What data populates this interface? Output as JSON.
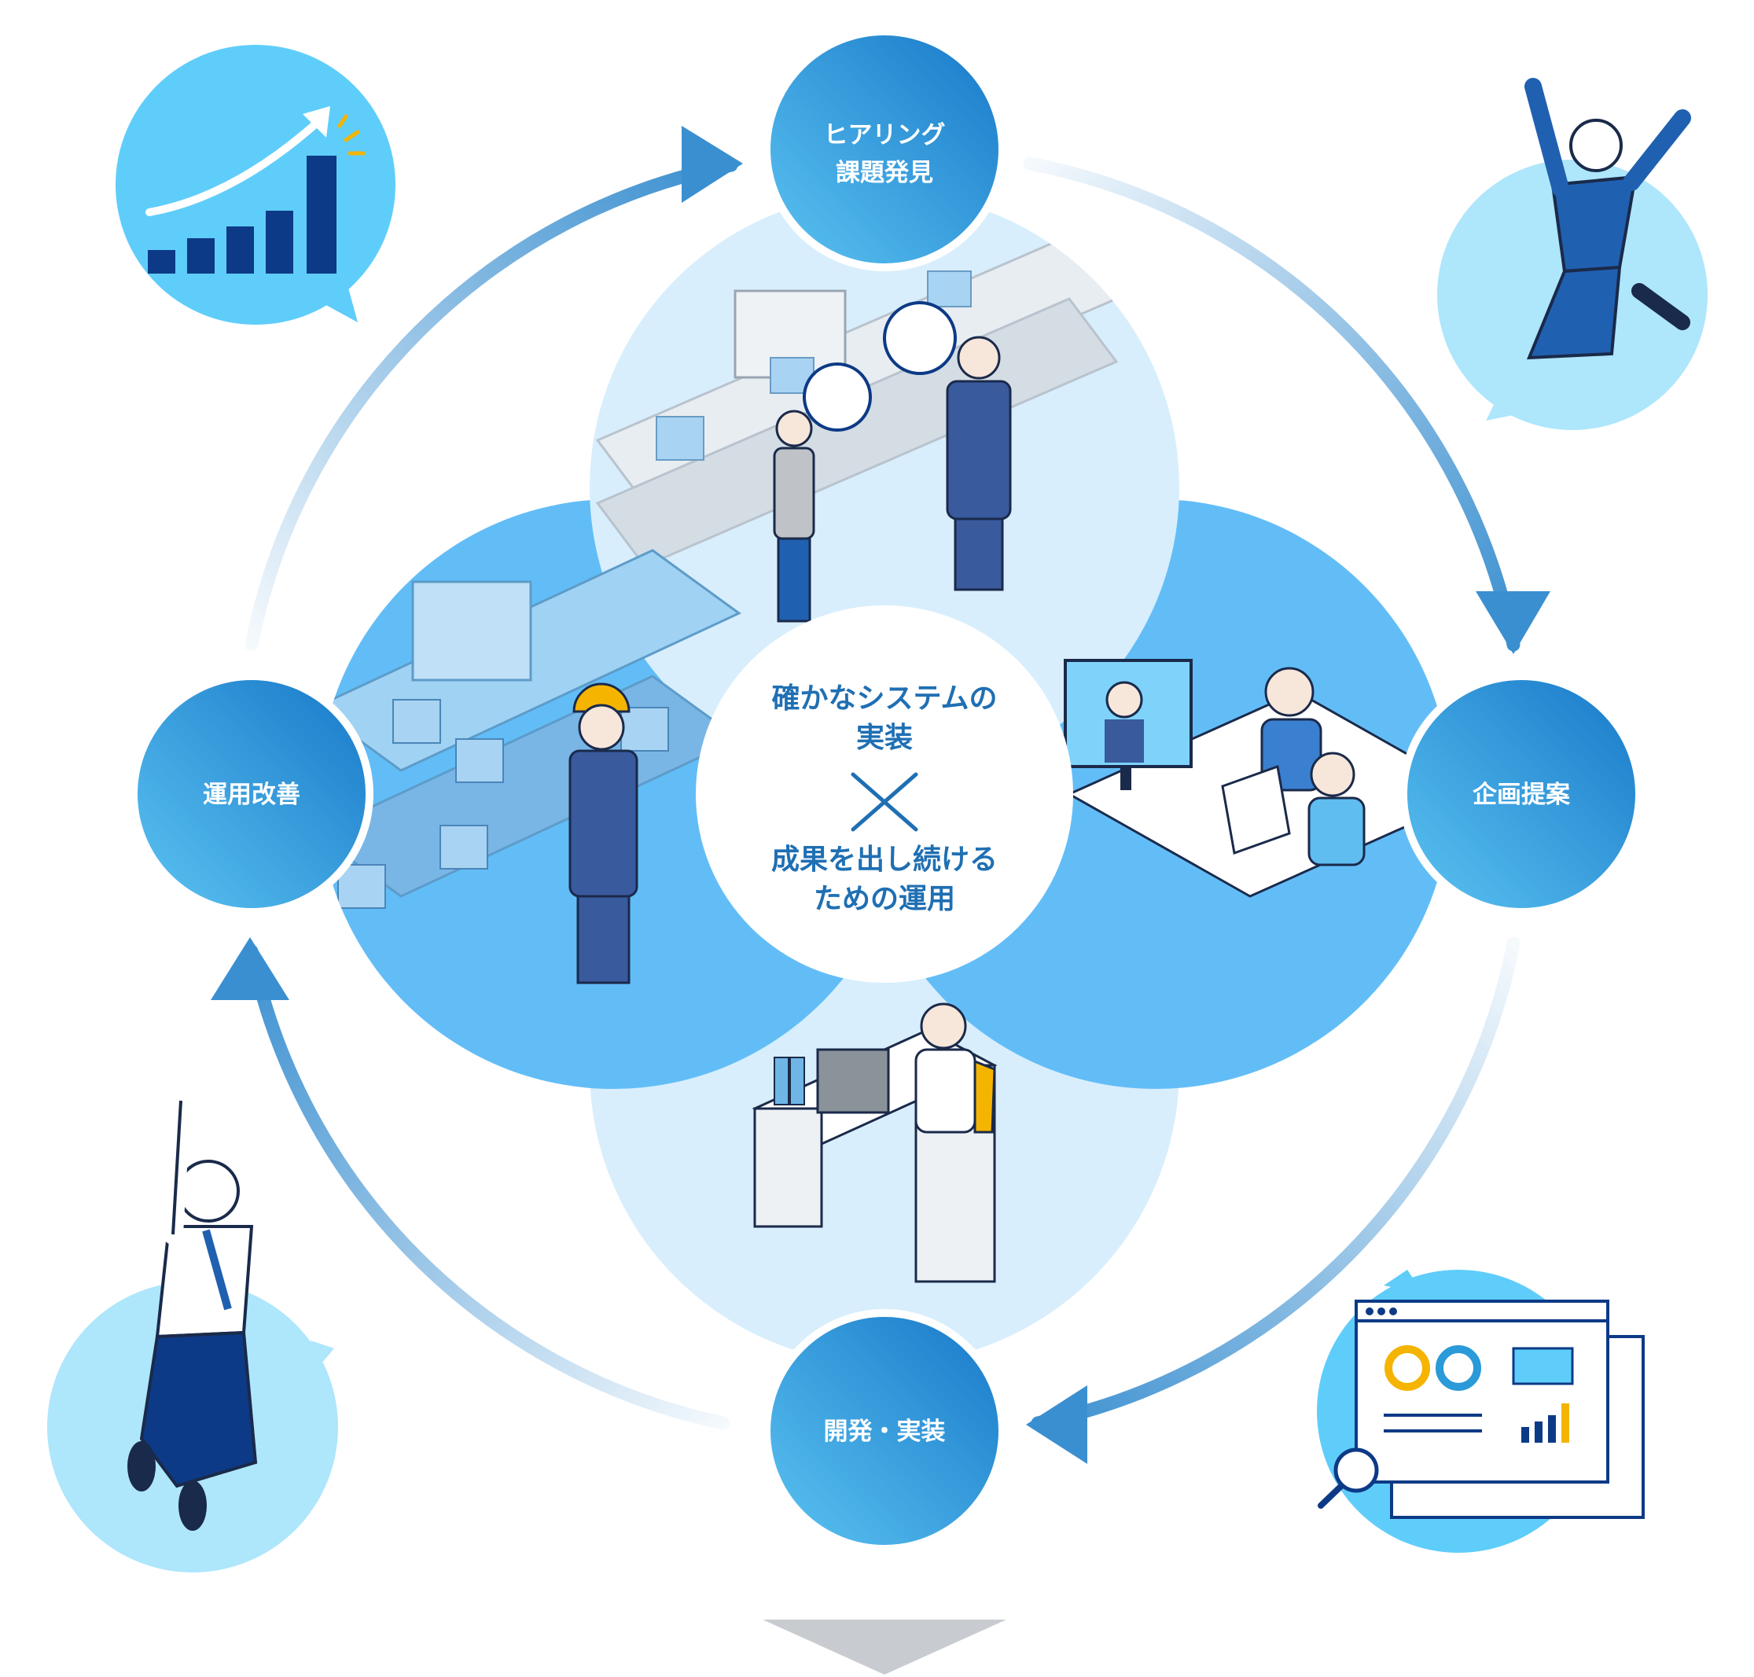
{
  "nodes": {
    "hearing": {
      "line1": "ヒアリング",
      "line2": "課題発見"
    },
    "proposal": {
      "label": "企画提案"
    },
    "development": {
      "label": "開発・実装"
    },
    "operation": {
      "label": "運用改善"
    }
  },
  "center": {
    "line1": "確かなシステムの",
    "line2": "実装",
    "line3": "成果を出し続ける",
    "line4": "ための運用",
    "connector_symbol": "×"
  },
  "illustrations": {
    "top_scene": "factory-conveyor-meeting",
    "right_scene": "video-conference-meeting",
    "bottom_scene": "developer-at-desk",
    "left_scene": "factory-worker-hardhat",
    "top_left_bubble": "growth-bar-chart-icon",
    "top_right_bubble": "jumping-businesswoman",
    "bottom_left_bubble": "cheering-businessman",
    "bottom_right_bubble": "analytics-dashboard-icon"
  },
  "colors": {
    "node_gradient_start": "#5cc4f2",
    "node_gradient_end": "#1778c8",
    "arrow": "#3a8fd0",
    "center_text": "#1f6fb3",
    "light_blue": "#d8eefc",
    "mid_blue": "#62bdf7",
    "bubble_blue": "#5fcdfa",
    "bubble_pale": "#aee6fc",
    "navy": "#0d3a86",
    "down_arrow": "#c8ccd1"
  }
}
